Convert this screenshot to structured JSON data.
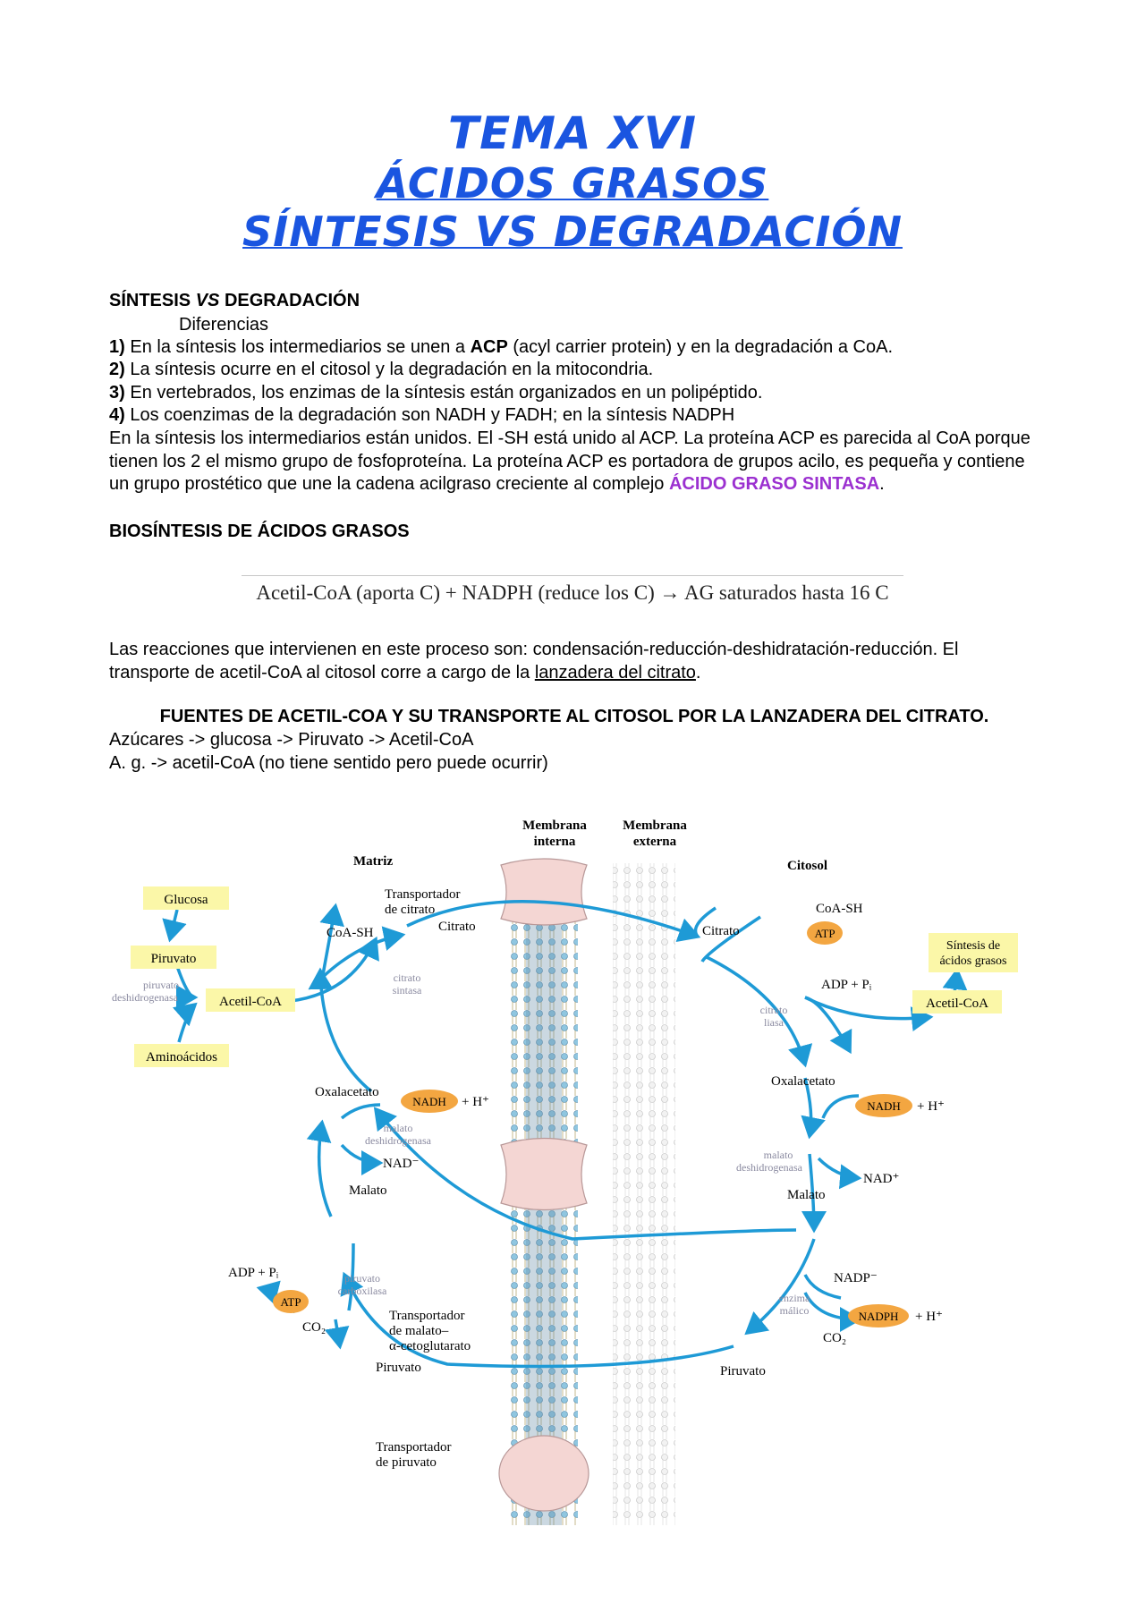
{
  "header": {
    "title1": "TEMA XVI",
    "title2": "ÁCIDOS GRASOS",
    "title3": "SÍNTESIS VS DEGRADACIÓN"
  },
  "section1": {
    "heading_pre": "SÍNTESIS ",
    "heading_vs": "VS",
    "heading_post": " DEGRADACIÓN",
    "subheading": "Diferencias",
    "items": [
      {
        "num": "1)",
        "pre": " En la síntesis los intermediarios se unen a ",
        "bold": "ACP",
        "post": " (acyl carrier protein) y en la degradación a CoA."
      },
      {
        "num": "2)",
        "text": " La síntesis ocurre en el citosol y la degradación en la mitocondria."
      },
      {
        "num": "3)",
        "text": " En vertebrados, los enzimas de la síntesis están organizados en un polipéptido."
      },
      {
        "num": "4)",
        "text": " Los coenzimas de la degradación son NADH y FADH; en la síntesis NADPH"
      }
    ],
    "paragraph": "En la síntesis los intermediarios están unidos. El -SH está unido al ACP. La proteína ACP es parecida al CoA porque tienen los 2 el mismo grupo de fosfoproteína. La proteína ACP es portadora de grupos acilo, es pequeña y contiene un grupo prostético que une la cadena acilgraso creciente al complejo ",
    "highlight": "ÁCIDO GRASO SINTASA",
    "period": "."
  },
  "section2": {
    "heading": "BIOSÍNTESIS DE ÁCIDOS GRASOS",
    "formula": "Acetil-CoA (aporta C) + NADPH (reduce los C) → AG saturados hasta 16 C",
    "para_pre": "Las reacciones que intervienen en este proceso son: condensación-reducción-deshidratación-reducción. El transporte de acetil-CoA al citosol corre a cargo de la ",
    "para_link": "lanzadera del citrato",
    "para_post": "."
  },
  "section3": {
    "heading": "FUENTES DE ACETIL-COA Y SU TRANSPORTE AL CITOSOL POR LA LANZADERA DEL CITRATO.",
    "line1": "Azúcares -> glucosa -> Piruvato -> Acetil-CoA",
    "line2": "A. g. -> acetil-CoA (no tiene sentido pero puede ocurrir)"
  },
  "figure": {
    "membrana_interna": [
      "Membrana",
      "interna"
    ],
    "membrana_externa": [
      "Membrana",
      "externa"
    ],
    "matriz": "Matriz",
    "citosol": "Citosol",
    "transportador_citrato": [
      "Transportador",
      "de citrato"
    ],
    "transportador_malato": [
      "Transportador",
      "de malato–",
      "α-cetoglutarato"
    ],
    "transportador_piruvato": [
      "Transportador",
      "de piruvato"
    ],
    "glucosa": "Glucosa",
    "piruvato_box": "Piruvato",
    "piruvato_deshidrogenasa": [
      "piruvato",
      "deshidrogenasa"
    ],
    "acetil_coa_left": "Acetil-CoA",
    "aminoacidos": "Aminoácidos",
    "coa_sh_left": "CoA-SH",
    "citrato_left": "Citrato",
    "citrato_sintasa": [
      "citrato",
      "sintasa"
    ],
    "oxalacetato_left": "Oxalacetato",
    "nadh_left": "NADH",
    "h_left": "+ H⁺",
    "malato_deshidrogenasa_left": [
      "malato",
      "deshidrogenasa"
    ],
    "nad_left": "NAD⁻",
    "malato_left": "Malato",
    "adp_pi_left": "ADP + Pᵢ",
    "piruvato_carboxilasa": [
      "piruvato",
      "carboxilasa"
    ],
    "atp_left": "ATP",
    "co2_left": "CO₂",
    "piruvato_left": "Piruvato",
    "citrato_right": "Citrato",
    "coa_sh_right": "CoA-SH",
    "atp_right": "ATP",
    "adp_pi_right": "ADP + Pᵢ",
    "citrato_liasa": [
      "citrato",
      "liasa"
    ],
    "sintesis_box": [
      "Síntesis de",
      "ácidos grasos"
    ],
    "acetil_coa_right": "Acetil-CoA",
    "oxalacetato_right": "Oxalacetato",
    "nadh_right": "NADH",
    "h_right": "+ H⁺",
    "malato_deshidrogenasa_right": [
      "malato",
      "deshidrogenasa"
    ],
    "nad_right": "NAD⁺",
    "malato_right": "Malato",
    "nadp_right": "NADP⁻",
    "enzima_malico": [
      "enzima",
      "málico"
    ],
    "nadph_right": "NADPH",
    "h_right2": "+ H⁺",
    "co2_right": "CO₂",
    "piruvato_right": "Piruvato"
  },
  "colors": {
    "title_blue": "#1a55e0",
    "highlight_purple": "#9b30d0",
    "arrow_blue": "#1e9ad6",
    "box_yellow": "#fbf7a8",
    "cofactor_orange": "#f3a641",
    "membrane_pink": "#f4d6d3"
  }
}
